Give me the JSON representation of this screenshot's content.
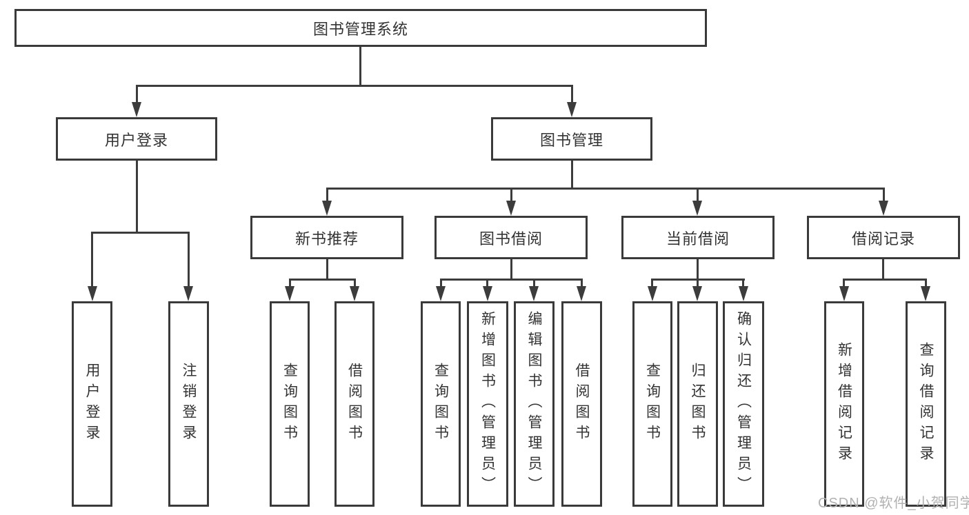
{
  "diagram": {
    "type": "hierarchy-tree",
    "root": {
      "label": "图书管理系统"
    },
    "branches": [
      {
        "label": "用户登录",
        "children": [
          {
            "label": "用户登录"
          },
          {
            "label": "注销登录"
          }
        ]
      },
      {
        "label": "图书管理",
        "children": [
          {
            "label": "新书推荐",
            "children": [
              {
                "label": "查询图书"
              },
              {
                "label": "借阅图书"
              }
            ]
          },
          {
            "label": "图书借阅",
            "children": [
              {
                "label": "查询图书"
              },
              {
                "label": "新增图书（管理员）"
              },
              {
                "label": "编辑图书（管理员）"
              },
              {
                "label": "借阅图书"
              }
            ]
          },
          {
            "label": "当前借阅",
            "children": [
              {
                "label": "查询图书"
              },
              {
                "label": "归还图书"
              },
              {
                "label": "确认归还（管理员）"
              }
            ]
          },
          {
            "label": "借阅记录",
            "children": [
              {
                "label": "新增借阅记录"
              },
              {
                "label": "查询借阅记录"
              }
            ]
          }
        ]
      }
    ]
  },
  "watermark": {
    "text": "CSDN @软件_小贺同学"
  },
  "colors": {
    "line": "#3c3c3c",
    "box_border": "#3a3a3a",
    "text": "#333333",
    "watermark": "#b1b1b1",
    "background": "#ffffff"
  }
}
